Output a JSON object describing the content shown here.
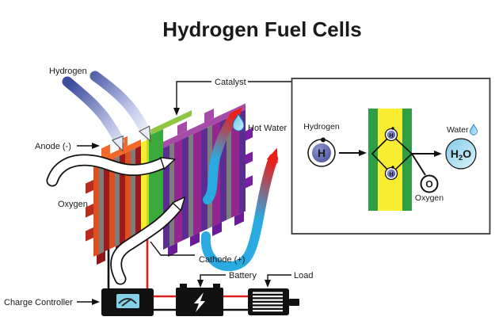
{
  "title": "Hydrogen Fuel Cells",
  "labels": {
    "hydrogen": "Hydrogen",
    "anode": "Anode (-)",
    "oxygen": "Oxygen",
    "catalyst": "Catalyst",
    "hot_water": "Hot Water",
    "cathode": "Cathode (+)",
    "charge_controller": "Charge Controller",
    "battery": "Battery",
    "load": "Load"
  },
  "inset": {
    "hydrogen_label": "Hydrogen",
    "hydrogen_symbol": "H",
    "h_small": "H",
    "oxygen_label": "Oxygen",
    "oxygen_symbol": "O",
    "water_label": "Water",
    "h2o": {
      "h": "H",
      "sub": "2",
      "o": "O"
    }
  },
  "colors": {
    "anode_red": "#9E1A1A",
    "anode_orange": "#DD4F1F",
    "plate_gray": "#7C7C7C",
    "electrolyte_yellow": "#F9ED32",
    "catalyst_green": "#2E9E47",
    "catalyst_green_light": "#8DC63F",
    "cathode_purple": "#93278F",
    "cathode_purple_dark": "#5B2D90",
    "hydrogen_blue": "#3D4E9E",
    "water_cyan": "#29ABE2",
    "hot_red": "#E8201A",
    "wire_red": "#E01E1E",
    "wire_black": "#111111"
  }
}
